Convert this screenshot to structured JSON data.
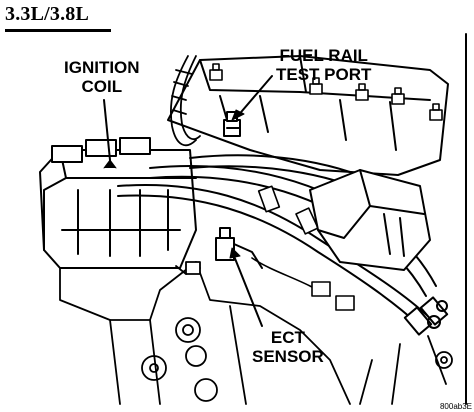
{
  "title": "3.3L/3.8L",
  "labels": {
    "ignition_coil_line1": "IGNITION",
    "ignition_coil_line2": "COIL",
    "fuel_rail_line1": "FUEL RAIL",
    "fuel_rail_line2": "TEST PORT",
    "ect_line1": "ECT",
    "ect_line2": "SENSOR"
  },
  "figure_code": "800ab3E",
  "colors": {
    "ink": "#000000",
    "paper": "#ffffff"
  }
}
